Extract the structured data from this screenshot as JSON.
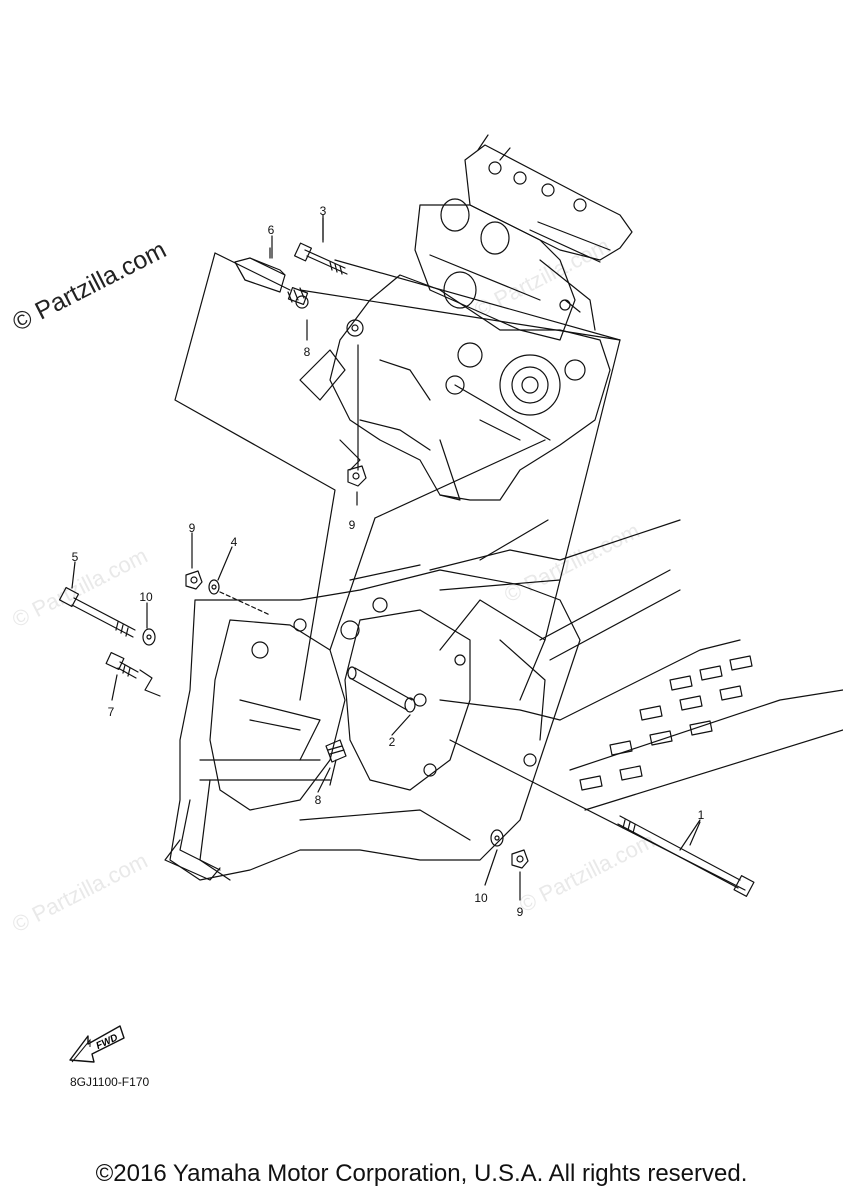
{
  "watermark": {
    "main": "© Partzilla.com",
    "faint": "© Partzilla.com"
  },
  "callouts": [
    {
      "id": "1",
      "text": "1"
    },
    {
      "id": "2",
      "text": "2"
    },
    {
      "id": "3",
      "text": "3"
    },
    {
      "id": "4",
      "text": "4"
    },
    {
      "id": "5",
      "text": "5"
    },
    {
      "id": "6",
      "text": "6"
    },
    {
      "id": "7",
      "text": "7"
    },
    {
      "id": "8a",
      "text": "8"
    },
    {
      "id": "8b",
      "text": "8"
    },
    {
      "id": "9a",
      "text": "9"
    },
    {
      "id": "9b",
      "text": "9"
    },
    {
      "id": "9c",
      "text": "9"
    },
    {
      "id": "10a",
      "text": "10"
    },
    {
      "id": "10b",
      "text": "10"
    }
  ],
  "fwd_label": "FWD",
  "diagram_code": "8GJ1100-F170",
  "copyright": "©2016 Yamaha Motor Corporation, U.S.A. All rights reserved."
}
